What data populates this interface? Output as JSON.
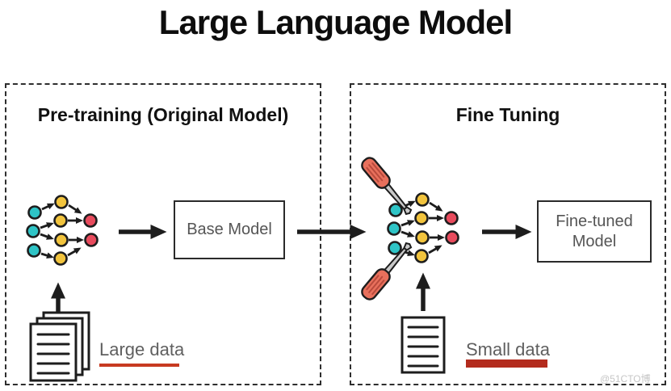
{
  "title": "Large Language Model",
  "left_panel": {
    "header": "Pre-training (Original Model)",
    "model_box": "Base Model",
    "data_label": "Large data"
  },
  "right_panel": {
    "header": "Fine Tuning",
    "model_box": "Fine-tuned Model",
    "data_label": "Small data"
  },
  "watermark": "@51CTO博",
  "colors": {
    "node-teal": "#2ec4c6",
    "node-yellow": "#f2c43d",
    "node-red": "#e84b5d",
    "edge-black": "#1d1d1d",
    "handle-red": "#e8705c",
    "handle-stripe": "#b94a3c",
    "shaft-gray": "#c9c9c9",
    "underline-large": "#c73a21",
    "underline-small": "#b32b1d",
    "label-gray": "#5f5f5f",
    "model-text": "#555555",
    "watermark-gray": "#c6c6c6"
  }
}
